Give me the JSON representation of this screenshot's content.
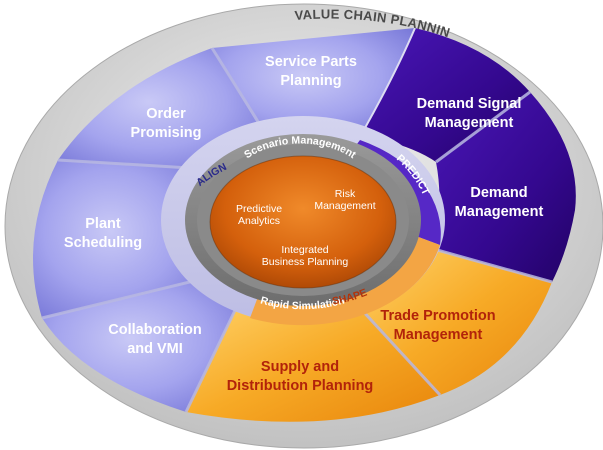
{
  "title": "VALUE CHAIN PLANNING",
  "segments": [
    {
      "id": "service-parts-planning",
      "lines": [
        "Service Parts",
        "Planning"
      ]
    },
    {
      "id": "order-promising",
      "lines": [
        "Order",
        "Promising"
      ]
    },
    {
      "id": "plant-scheduling",
      "lines": [
        "Plant",
        "Scheduling"
      ]
    },
    {
      "id": "collaboration-and-vmi",
      "lines": [
        "Collaboration",
        "and VMI"
      ]
    },
    {
      "id": "demand-signal-management",
      "lines": [
        "Demand Signal",
        "Management"
      ]
    },
    {
      "id": "demand-management",
      "lines": [
        "Demand",
        "Management"
      ]
    },
    {
      "id": "trade-promotion-management",
      "lines": [
        "Trade Promotion",
        "Management"
      ]
    },
    {
      "id": "supply-and-distribution-planning",
      "lines": [
        "Supply and",
        "Distribution Planning"
      ]
    }
  ],
  "groups": {
    "align": "ALIGN",
    "predict": "PREDICT",
    "shape": "SHAPE"
  },
  "ring": {
    "top": "Scenario Management",
    "bottom": "Rapid Simulation"
  },
  "core": {
    "predictive": [
      "Predictive",
      "Analytics"
    ],
    "risk": [
      "Risk",
      "Management"
    ],
    "ibp": [
      "Integrated",
      "Business Planning"
    ]
  },
  "colors": {
    "blue": "#8c8ce6",
    "purple": "#3a0a9a",
    "orange": "#f5a21c",
    "core": "#d9650f",
    "frame": "#c7c7c7"
  }
}
